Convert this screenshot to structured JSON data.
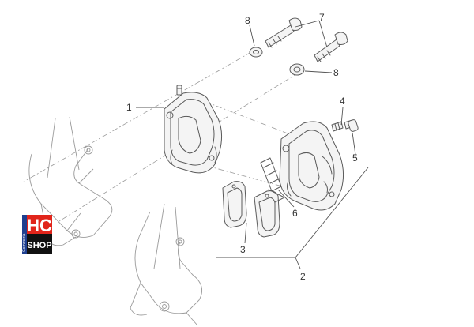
{
  "callouts": {
    "c1": "1",
    "c2": "2",
    "c3": "3",
    "c4": "4",
    "c5": "5",
    "c6": "6",
    "c7": "7",
    "c8a": "8",
    "c8b": "8"
  },
  "logo": {
    "top_text": "HC",
    "bottom_text": "SHOP",
    "side_text": "Gommeria",
    "colors": {
      "red": "#e1251b",
      "blue": "#1f3f8f",
      "black": "#111111"
    }
  },
  "colors": {
    "line": "#5a5a5a",
    "faint": "#9a9a9a",
    "text": "#333333"
  }
}
